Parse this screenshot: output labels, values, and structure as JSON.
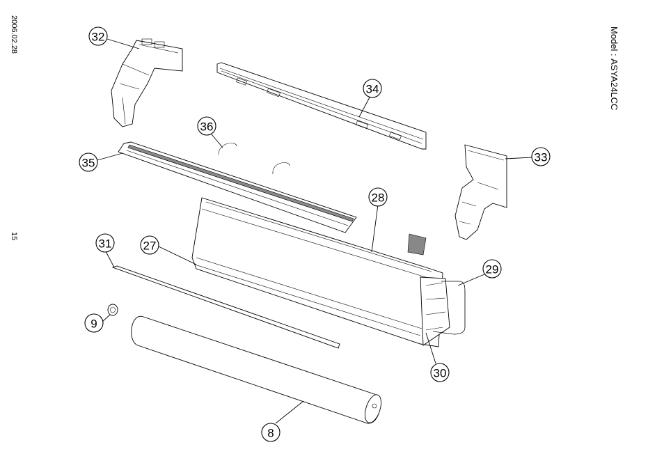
{
  "header": {
    "date": "2006.02.28",
    "page_number": "15",
    "model": "Model : ASYA24LCC"
  },
  "callouts": [
    {
      "id": "32",
      "label": "32"
    },
    {
      "id": "34",
      "label": "34"
    },
    {
      "id": "36",
      "label": "36"
    },
    {
      "id": "35",
      "label": "35"
    },
    {
      "id": "33",
      "label": "33"
    },
    {
      "id": "28",
      "label": "28"
    },
    {
      "id": "31",
      "label": "31"
    },
    {
      "id": "27",
      "label": "27"
    },
    {
      "id": "29",
      "label": "29"
    },
    {
      "id": "9",
      "label": "9"
    },
    {
      "id": "30",
      "label": "30"
    },
    {
      "id": "8",
      "label": "8"
    }
  ]
}
